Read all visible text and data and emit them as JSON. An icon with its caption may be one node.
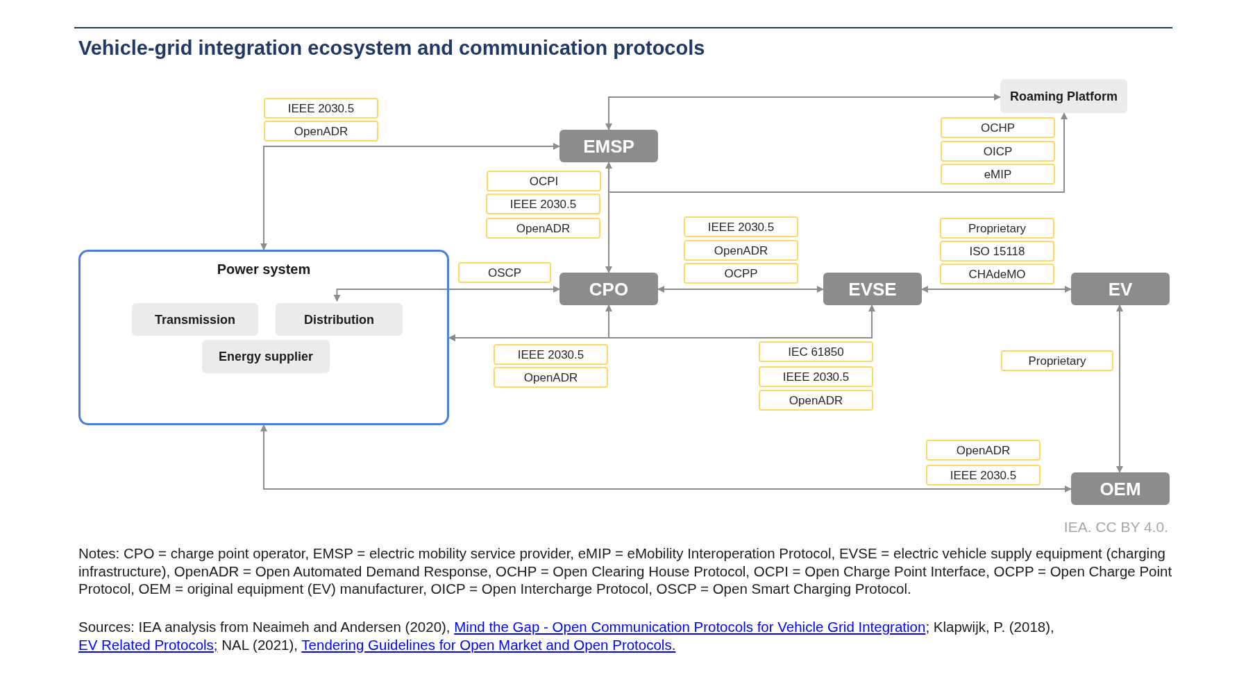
{
  "diagram": {
    "title": "Vehicle-grid integration ecosystem and communication protocols",
    "nodes": [
      {
        "text": [
          "IEEE 2030.5"
        ]
      },
      {
        "text": [
          "OpenADR"
        ]
      },
      {
        "text": [
          "Roaming Platform"
        ]
      },
      {
        "text": [
          "EMSP"
        ]
      },
      {
        "text": [
          "OCHP"
        ]
      },
      {
        "text": [
          "OICP"
        ]
      },
      {
        "text": [
          "eMIP"
        ]
      },
      {
        "text": [
          "OCPI"
        ]
      },
      {
        "text": [
          "IEEE 2030.5"
        ]
      },
      {
        "text": [
          "OpenADR"
        ]
      },
      {
        "text": [
          "IEEE 2030.5"
        ]
      },
      {
        "text": [
          "OpenADR"
        ]
      },
      {
        "text": [
          "OCPP"
        ]
      },
      {
        "text": [
          "Proprietary"
        ]
      },
      {
        "text": [
          "ISO 15118"
        ]
      },
      {
        "text": [
          "CHAdeMO"
        ]
      },
      {
        "text": [
          "Power system"
        ]
      },
      {
        "text": [
          "Transmission"
        ],
        "in": 16
      },
      {
        "text": [
          "Distribution"
        ],
        "in": 16
      },
      {
        "text": [
          "Energy supplier"
        ],
        "in": 16
      },
      {
        "text": [
          "OSCP"
        ]
      },
      {
        "text": [
          "CPO"
        ]
      },
      {
        "text": [
          "EVSE"
        ]
      },
      {
        "text": [
          "EV"
        ]
      },
      {
        "text": [
          "IEC 61850"
        ]
      },
      {
        "text": [
          "IEEE 2030.5"
        ]
      },
      {
        "text": [
          "IEEE 2030.5"
        ]
      },
      {
        "text": [
          "OpenADR"
        ]
      },
      {
        "text": [
          "OpenADR"
        ]
      },
      {
        "text": [
          "Proprietary"
        ]
      },
      {
        "text": [
          "OpenADR"
        ]
      },
      {
        "text": [
          "IEEE 2030.5"
        ]
      },
      {
        "text": [
          "OEM"
        ]
      }
    ],
    "edges": [
      {
        "from": 16,
        "to": 3,
        "arrow": "both"
      },
      {
        "from": 3,
        "to": 2,
        "arrow": "both"
      },
      {
        "from": 3,
        "to": 21,
        "arrow": "both"
      },
      {
        "from": 21,
        "to": 2,
        "arrow": "to"
      },
      {
        "from": 18,
        "to": 21,
        "arrow": "both"
      },
      {
        "from": 21,
        "to": 22,
        "arrow": "both"
      },
      {
        "from": 22,
        "to": 23,
        "arrow": "both"
      },
      {
        "from": 21,
        "to": 16,
        "arrow": "both"
      },
      {
        "from": 22,
        "to": 16,
        "arrow": "both"
      },
      {
        "from": 23,
        "to": 32,
        "arrow": "both"
      },
      {
        "from": 16,
        "to": 32,
        "arrow": "both"
      }
    ],
    "labels": [
      "IEA. CC BY 4.0.",
      "Notes: CPO = charge point operator, EMSP = electric mobility service provider, eMIP = eMobility Interoperation Protocol, EVSE = electric vehicle supply equipment (charging infrastructure), OpenADR = Open Automated Demand Response, OCHP = Open Clearing House Protocol, OCPI = Open Charge Point Interface, OCPP = Open Charge Point Protocol, OEM = original equipment (EV) manufacturer, OICP = Open Intercharge Protocol, OSCP = Open Smart Charging Protocol.",
      "Sources: IEA analysis from Neaimeh and Andersen (2020),",
      "Mind the Gap - Open Communication Protocols for Vehicle Grid Integration",
      "; Klapwijk, P. (2018),",
      "EV Related Protocols;",
      "NAL (2021),",
      "Tendering Guidelines for Open Market and Open Protocols."
    ]
  }
}
